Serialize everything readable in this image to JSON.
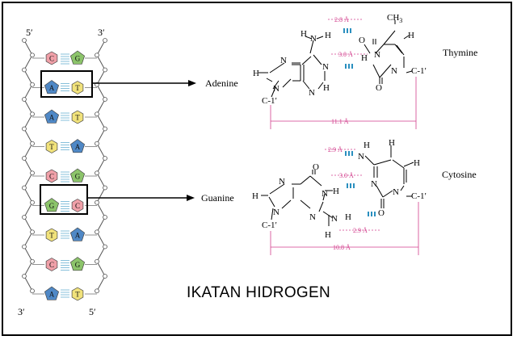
{
  "title": "IKATAN HIDROGEN",
  "colors": {
    "A": "#4f88c6",
    "T": "#f1e27b",
    "G": "#8cc46a",
    "C": "#f0a0a8",
    "dim": "#d23e8c",
    "bond": "#2a8fbf"
  },
  "strand": {
    "top_left": "5′",
    "top_right": "3′",
    "bottom_left": "3′",
    "bottom_right": "5′"
  },
  "base_pairs": [
    {
      "left": "C",
      "right": "G"
    },
    {
      "left": "A",
      "right": "T"
    },
    {
      "left": "A",
      "right": "T"
    },
    {
      "left": "T",
      "right": "A"
    },
    {
      "left": "C",
      "right": "G"
    },
    {
      "left": "G",
      "right": "C"
    },
    {
      "left": "T",
      "right": "A"
    },
    {
      "left": "C",
      "right": "G"
    },
    {
      "left": "A",
      "right": "T"
    }
  ],
  "pair1": {
    "left_name": "Adenine",
    "right_name": "Thymine",
    "atoms": {
      "H": "H",
      "N": "N",
      "O": "O",
      "ch3": "CH",
      "ch3_sub": "3",
      "c1": "C-1′",
      "c1r": "C-1′"
    },
    "dist_top": "2.8 Å",
    "dist_mid": "3.0 Å",
    "dist_total": "11.1 Å"
  },
  "pair2": {
    "left_name": "Guanine",
    "right_name": "Cytosine",
    "atoms": {
      "H": "H",
      "N": "N",
      "O": "O",
      "c1": "C-1′",
      "c1r": "C-1′"
    },
    "dist_top": "2.9 Å",
    "dist_mid": "3.0 Å",
    "dist_bot": "2.9 Å",
    "dist_total": "10.8 Å"
  }
}
